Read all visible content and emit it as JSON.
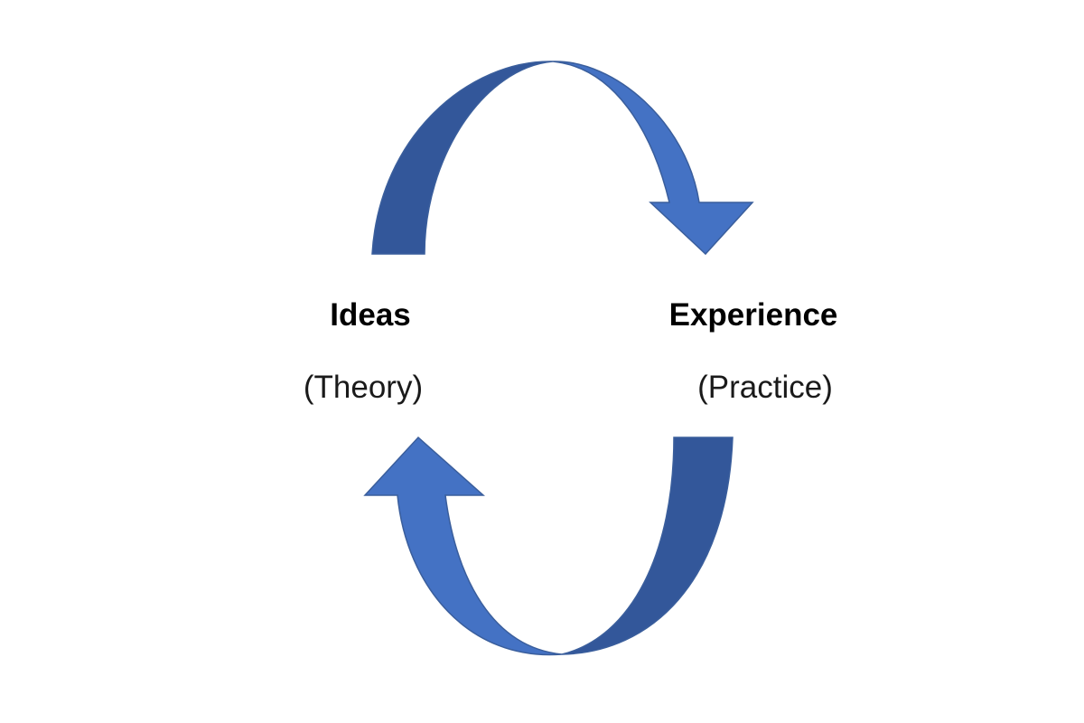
{
  "nodes": {
    "left": {
      "title": "Ideas",
      "subtitle": "(Theory)"
    },
    "right": {
      "title": "Experience",
      "subtitle": "(Practice)"
    }
  },
  "arrows": {
    "top": {
      "from": "Ideas",
      "to": "Experience",
      "direction": "clockwise"
    },
    "bottom": {
      "from": "Experience",
      "to": "Ideas",
      "direction": "clockwise"
    }
  },
  "colors": {
    "arrow_light": "#4472C4",
    "arrow_dark": "#33579A",
    "arrow_outline": "#3A5E9C",
    "text": "#000000"
  }
}
